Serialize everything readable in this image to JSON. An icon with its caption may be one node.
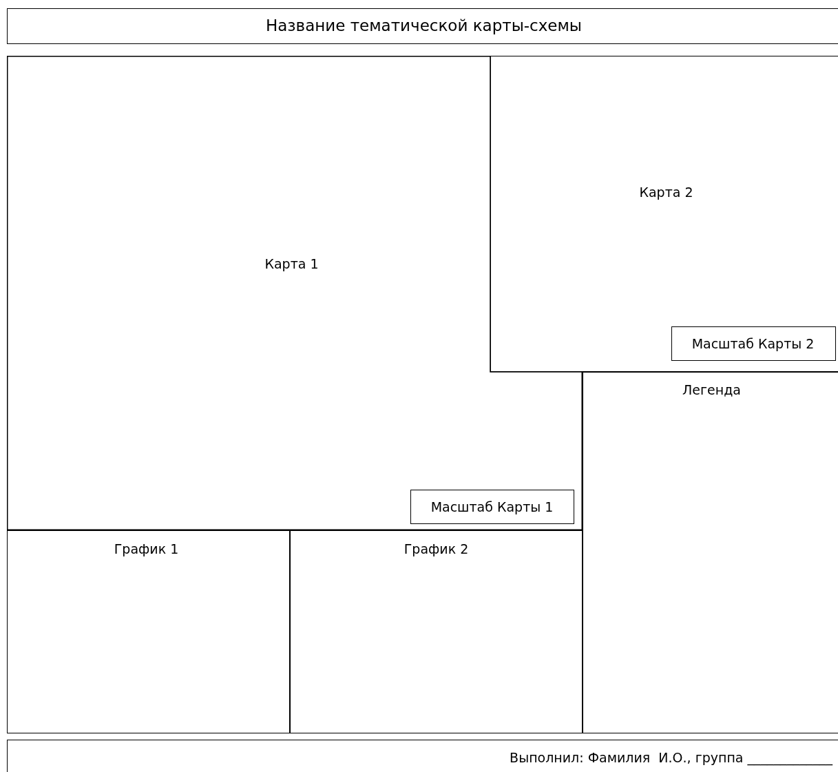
{
  "diagram": {
    "nodes": [
      {
        "text": [
          "Название тематической карты-схемы"
        ]
      },
      {
        "text": [
          "Карта 1"
        ]
      },
      {
        "text": [
          "Масштаб Карты 1"
        ],
        "in": 1
      },
      {
        "text": [
          "Карта 2"
        ]
      },
      {
        "text": [
          "Масштаб Карты 2"
        ],
        "in": 3
      },
      {
        "text": [
          "Легенда"
        ]
      },
      {
        "text": [
          "График 1"
        ]
      },
      {
        "text": [
          "График 2"
        ]
      },
      {
        "text": [
          "Выполнил: Фамилия  И.О., группа _____________"
        ]
      }
    ],
    "edges": []
  }
}
